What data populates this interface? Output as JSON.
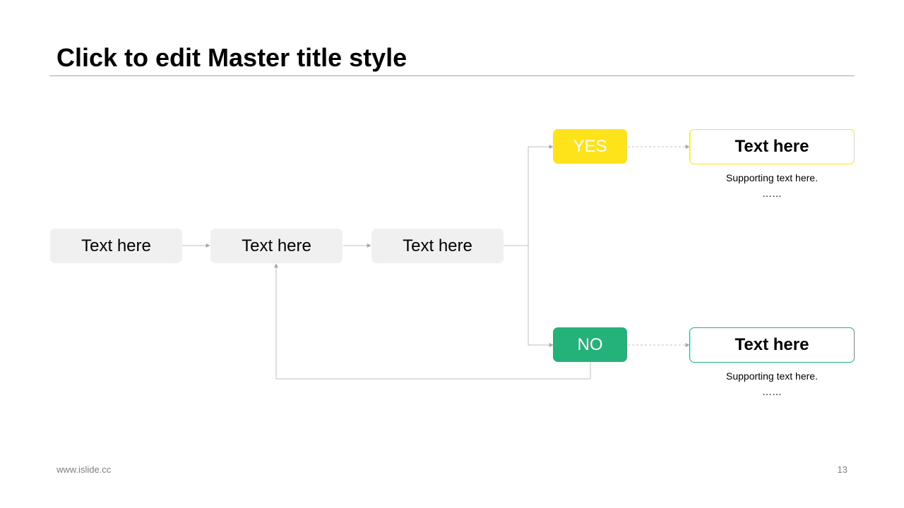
{
  "slide": {
    "title": "Click to edit Master title style",
    "footer_url": "www.islide.cc",
    "page_number": "13"
  },
  "flow": {
    "steps": [
      "Text here",
      "Text here",
      "Text here"
    ],
    "yes": {
      "label": "YES",
      "color": "#FFE31A",
      "result_title": "Text here",
      "support_line1": "Supporting  text here.",
      "support_line2": "……"
    },
    "no": {
      "label": "NO",
      "color": "#24B27A",
      "result_title": "Text here",
      "support_line1": "Supporting  text here.",
      "support_line2": "……"
    }
  }
}
